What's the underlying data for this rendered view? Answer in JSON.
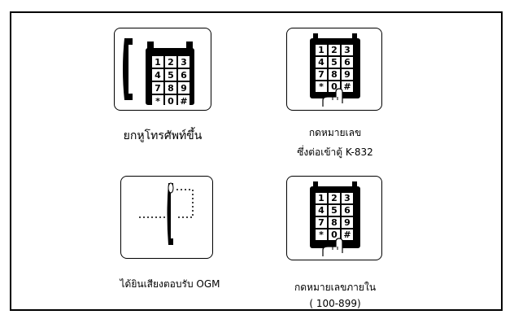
{
  "steps": [
    {
      "label": "ยกหูโทรศัพท์ขึ้น",
      "icon": "handset-lift-keypad-icon"
    },
    {
      "label_line1": "กดหมายเลข",
      "label_line2": "ซึ่งต่อเข้าตู้ K-832",
      "icon": "finger-dial-keypad-icon"
    },
    {
      "label": "ได้ยินเสียงตอบรับ OGM",
      "icon": "handset-listen-icon"
    },
    {
      "label_line1": "กดหมายเลขภายใน",
      "label_line2": "( 100-899)",
      "icon": "finger-dial-keypad-icon"
    }
  ],
  "keypad": [
    "1",
    "2",
    "3",
    "4",
    "5",
    "6",
    "7",
    "8",
    "9",
    "*",
    "0",
    "#"
  ]
}
